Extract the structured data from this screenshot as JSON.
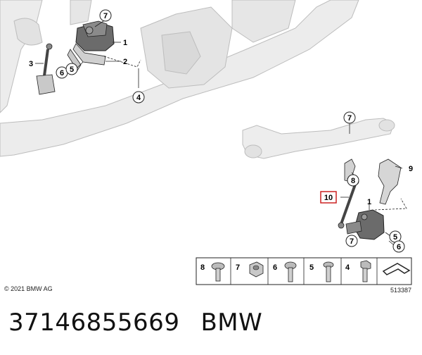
{
  "image_id_text": "513387",
  "copyright": "© 2021 BMW AG",
  "part_number": "37146855669",
  "brand": "BMW",
  "highlighted_callout": "10",
  "callouts_top": [
    "7",
    "1",
    "3",
    "2",
    "6",
    "5",
    "4"
  ],
  "callouts_right": [
    "7",
    "9",
    "8",
    "10",
    "1",
    "5",
    "6",
    "7"
  ],
  "legend_items": [
    "8",
    "7",
    "6",
    "5",
    "4"
  ],
  "colors": {
    "line": "#222222",
    "highlight": "#cc2222",
    "part_grey": "#cfcfcf",
    "part_dark": "#555555"
  }
}
